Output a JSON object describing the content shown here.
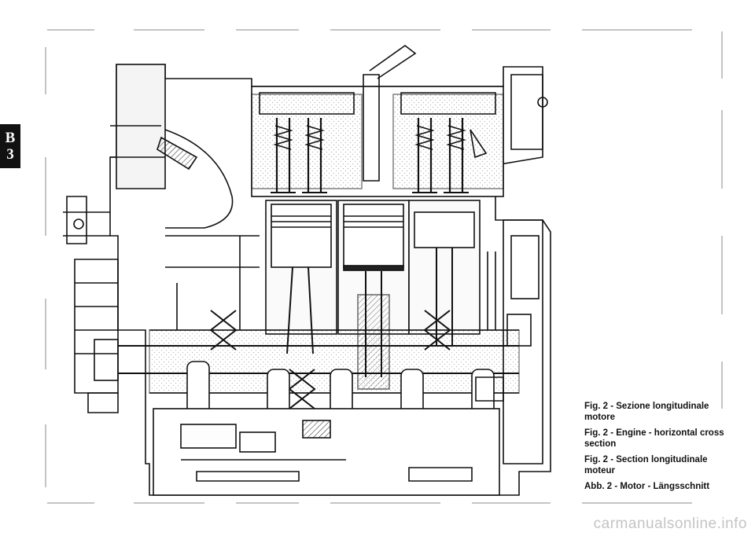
{
  "section_tab": {
    "letter": "B",
    "number": "3"
  },
  "figure": {
    "alt": "Engine longitudinal cross-section drawing",
    "captions": [
      "Fig. 2 - Sezione longitudinale motore",
      "Fig. 2 - Engine - horizontal cross section",
      "Fig. 2 - Section longitudinale moteur",
      "Abb. 2 - Motor - Längsschnitt"
    ]
  },
  "watermark": "carmanualsonline.info"
}
